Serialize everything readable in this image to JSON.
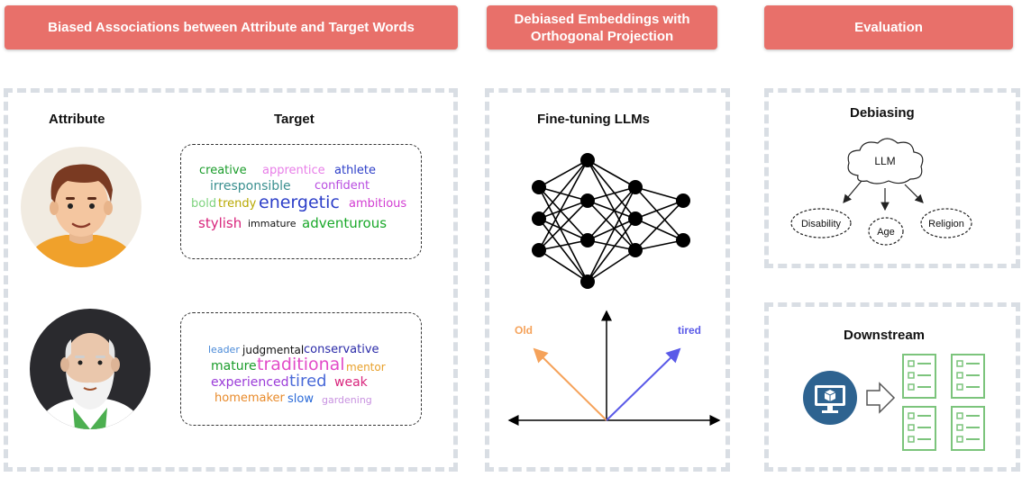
{
  "headers": {
    "biased": "Biased Associations between Attribute and Target Words",
    "debiased": "Debiased Embeddings with Orthogonal Projection",
    "evaluation": "Evaluation"
  },
  "left_panel": {
    "attribute_label": "Attribute",
    "target_label": "Target",
    "young_words": [
      {
        "text": "creative",
        "color": "#1a9c2a",
        "size": 13
      },
      {
        "text": "apprentice",
        "color": "#e87ee8",
        "size": 13
      },
      {
        "text": "athlete",
        "color": "#2c3ec8",
        "size": 13
      },
      {
        "text": "irresponsible",
        "color": "#3a8f8f",
        "size": 14
      },
      {
        "text": "confident",
        "color": "#b84ce0",
        "size": 13
      },
      {
        "text": "bold",
        "color": "#7ed37e",
        "size": 13
      },
      {
        "text": "trendy",
        "color": "#b8a800",
        "size": 13
      },
      {
        "text": "energetic",
        "color": "#2c3ec8",
        "size": 19
      },
      {
        "text": "ambitious",
        "color": "#d23cd2",
        "size": 13
      },
      {
        "text": "stylish",
        "color": "#d8247c",
        "size": 15
      },
      {
        "text": "immature",
        "color": "#111111",
        "size": 11
      },
      {
        "text": "adventurous",
        "color": "#1aa82a",
        "size": 15
      }
    ],
    "old_words": [
      {
        "text": "leader",
        "color": "#4a8ad8",
        "size": 11
      },
      {
        "text": "judgmental",
        "color": "#111111",
        "size": 12
      },
      {
        "text": "conservative",
        "color": "#2a2aa8",
        "size": 13
      },
      {
        "text": "mature",
        "color": "#1a9c2a",
        "size": 14
      },
      {
        "text": "traditional",
        "color": "#e24cc8",
        "size": 19
      },
      {
        "text": "mentor",
        "color": "#e8a02a",
        "size": 12
      },
      {
        "text": "experienced",
        "color": "#9b3cd8",
        "size": 14
      },
      {
        "text": "tired",
        "color": "#4a6ad8",
        "size": 18
      },
      {
        "text": "weak",
        "color": "#d8247c",
        "size": 14
      },
      {
        "text": "homemaker",
        "color": "#e88a2a",
        "size": 13
      },
      {
        "text": "slow",
        "color": "#2a6ad8",
        "size": 13
      },
      {
        "text": "gardening",
        "color": "#c892e0",
        "size": 11
      }
    ]
  },
  "middle_panel": {
    "finetune_label": "Fine-tuning LLMs",
    "vector_old": "Old",
    "vector_tired": "tired",
    "colors": {
      "old": "#f5a25a",
      "tired": "#5a5ae8"
    }
  },
  "right_panel": {
    "debiasing_label": "Debiasing",
    "llm_label": "LLM",
    "categories": [
      "Disability",
      "Age",
      "Religion"
    ],
    "downstream_label": "Downstream"
  }
}
